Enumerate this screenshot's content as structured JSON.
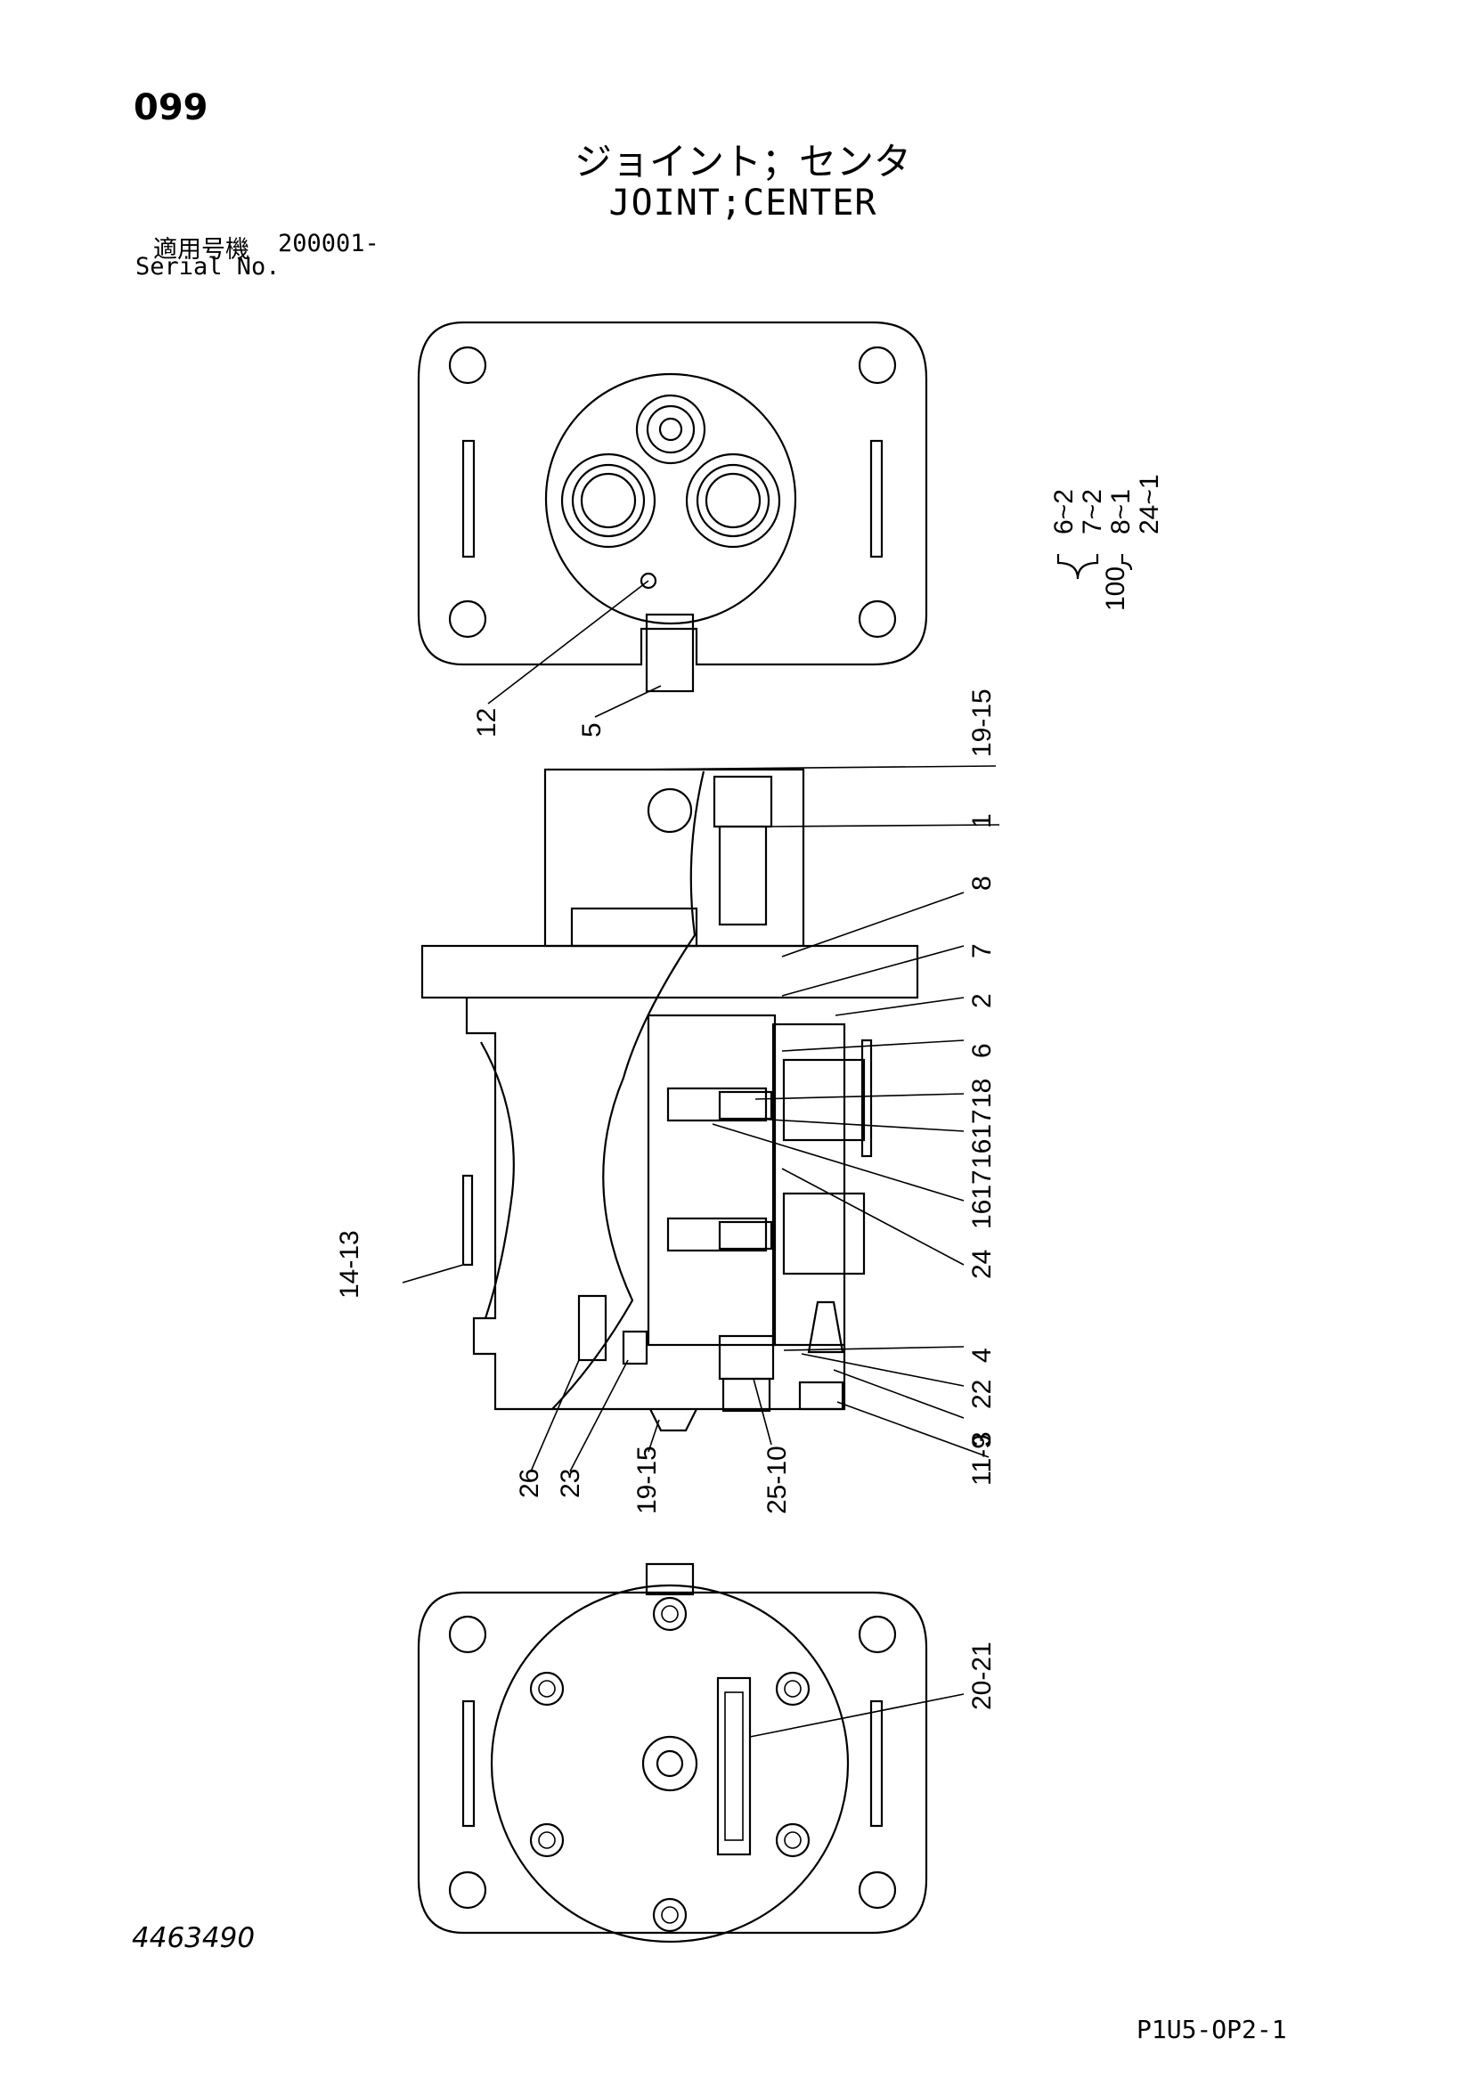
{
  "header": {
    "page_number": "099",
    "title_ja": "ジョイント；センタ",
    "title_en": "JOINT;CENTER",
    "serial_label_ja": "適用号機",
    "serial_value": "200001-",
    "serial_label_en": "Serial No."
  },
  "kit": {
    "number": "100",
    "items": [
      "6~2",
      "7~2",
      "8~1",
      "24~1"
    ]
  },
  "callouts": {
    "c12": "12",
    "c5": "5",
    "c19_15_top": "19-15",
    "c1": "1",
    "c8": "8",
    "c7": "7",
    "c2": "2",
    "c6": "6",
    "c18": "18",
    "c1617": "1617",
    "c1617b": "1617",
    "c16": "16",
    "c24": "24",
    "c14_13": "14-13",
    "c4": "4",
    "c22": "22",
    "c3": "3",
    "c11_9": "11-9",
    "c26": "26",
    "c23": "23",
    "c19_15_bottom": "19-15",
    "c25_10": "25-10",
    "c20_21": "20-21"
  },
  "footer": {
    "drawing_number": "4463490",
    "sheet_code": "P1U5-OP2-1"
  }
}
